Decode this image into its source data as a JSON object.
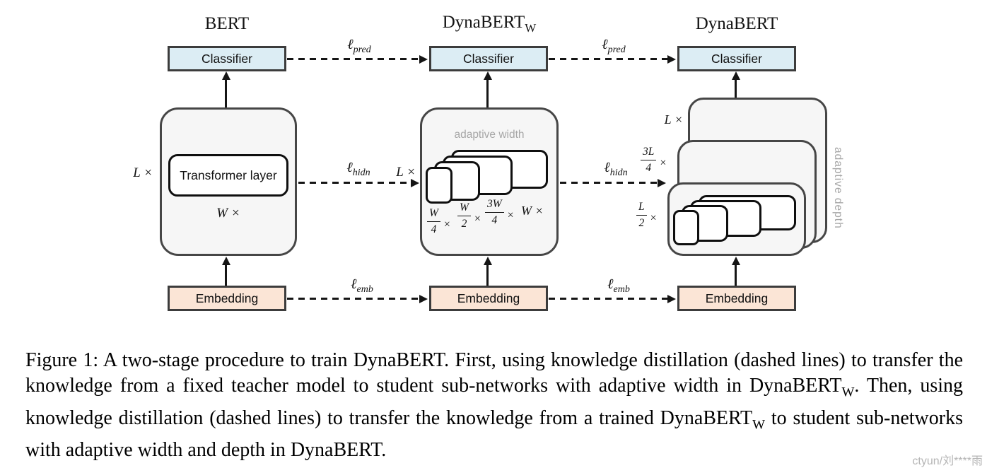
{
  "colors": {
    "classifier_fill": "#dcedf4",
    "embedding_fill": "#fbe5d6",
    "panel_fill": "#f6f6f6",
    "panel_border": "#464646",
    "muted_text": "#a6a6a6",
    "ink": "#1a1a1a"
  },
  "titles": {
    "bert": "BERT",
    "dynabert_w_main": "DynaBERT",
    "dynabert_w_sub": "W",
    "dynabert": "DynaBERT"
  },
  "boxes": {
    "classifier": "Classifier",
    "embedding": "Embedding",
    "transformer_layer": "Transformer layer"
  },
  "annotations": {
    "adaptive_width": "adaptive width",
    "adaptive_depth": "adaptive depth"
  },
  "multipliers": {
    "bert_left": "L ×",
    "bert_width": "W ×",
    "dynabertw_left": "L ×",
    "width_fractions": [
      {
        "num": "W",
        "den": "4",
        "times": "×"
      },
      {
        "num": "W",
        "den": "2",
        "times": "×"
      },
      {
        "num": "3W",
        "den": "4",
        "times": "×"
      },
      {
        "plain": "W ×"
      }
    ],
    "depth_labels": [
      {
        "plain": "L ×"
      },
      {
        "num": "3L",
        "den": "4",
        "times": "×"
      },
      {
        "num": "L",
        "den": "2",
        "times": "×"
      }
    ]
  },
  "losses": {
    "pred": {
      "symbol": "ℓ",
      "sub": "pred"
    },
    "hidn": {
      "symbol": "ℓ",
      "sub": "hidn"
    },
    "emb": {
      "symbol": "ℓ",
      "sub": "emb"
    }
  },
  "caption": {
    "segments": [
      {
        "text": "Figure 1: A two-stage procedure to train DynaBERT. First, using knowledge distillation (dashed lines) to transfer the knowledge from a fixed teacher model to student sub-networks with adaptive width in DynaBERT"
      },
      {
        "sub": "W"
      },
      {
        "text": ". Then, using knowledge distillation (dashed lines) to transfer the knowledge from a trained DynaBERT"
      },
      {
        "sub": "W"
      },
      {
        "text": " to student sub-networks with adaptive width and depth in DynaBERT."
      }
    ]
  },
  "watermark": "ctyun/刘****雨"
}
